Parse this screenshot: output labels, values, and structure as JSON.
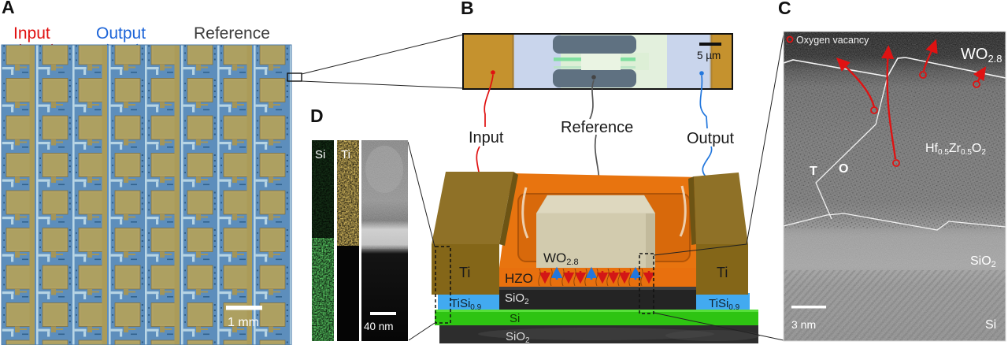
{
  "figure": {
    "panel_a": {
      "letter": "A",
      "label_input": "Input",
      "label_output": "Output",
      "label_reference": "Reference",
      "scale_bar": "1 mm"
    },
    "panel_b": {
      "letter": "B",
      "scale_bar": "5 µm"
    },
    "device_labels": {
      "input": "Input",
      "reference": "Reference",
      "output": "Output"
    },
    "schematic": {
      "ti": "Ti",
      "wo_base": "WO",
      "wo_sub": "2.8",
      "hzo": "HZO",
      "sio2_base": "SiO",
      "sio2_sub": "2",
      "tisi_base": "TiSi",
      "tisi_sub": "0.9",
      "si": "Si"
    },
    "panel_c": {
      "letter": "C",
      "legend_oxygen_vacancy": "Oxygen vacancy",
      "wo_base": "WO",
      "wo_sub": "2.8",
      "hzo_hf": "Hf",
      "hzo_sub1": "0.5",
      "hzo_zr": "Zr",
      "hzo_sub2": "0.5",
      "hzo_o": "O",
      "hzo_sub3": "2",
      "phase_t": "T",
      "phase_o": "O",
      "sio2_base": "SiO",
      "sio2_sub": "2",
      "si": "Si",
      "scale_bar": "3 nm"
    },
    "panel_d": {
      "letter": "D",
      "map_si": "Si",
      "map_ti": "Ti",
      "scale_bar": "40 nm"
    }
  },
  "colors": {
    "input_red": "#e01010",
    "output_blue": "#1c64d8",
    "reference_gray": "#3c3c3c",
    "ti_gold": "#846618",
    "hzo_orange": "#e8700e",
    "tisi_blue": "#42aaf0",
    "si_green": "#2ec412",
    "oxide_dark": "#2a2a2a",
    "wo_beige": "#d2cbae",
    "chip_blue": "#5d8ebc",
    "pad_gold": "#b2a264",
    "vacancy_red": "#e01212"
  }
}
